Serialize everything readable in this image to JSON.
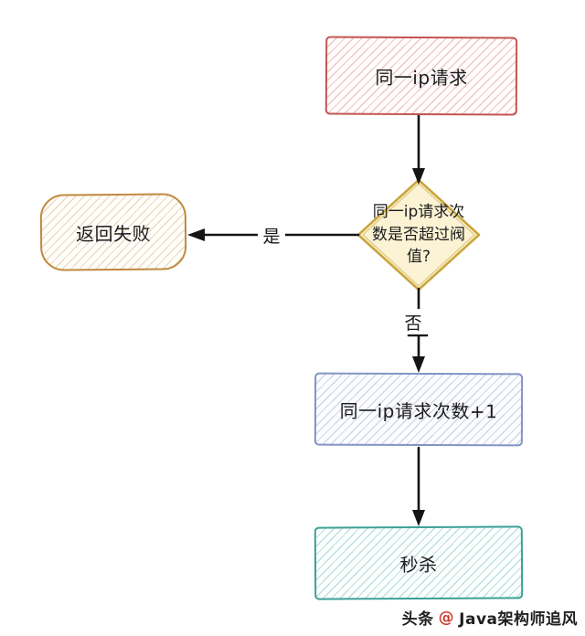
{
  "diagram": {
    "nodes": {
      "start": {
        "label": "同一ip请求",
        "shape": "rectangle",
        "border_color": "#c4554f"
      },
      "decision": {
        "label": "同一ip请求次数是否超过阀值?",
        "shape": "diamond",
        "border_color": "#c9a53b",
        "fill_color": "#fbf3d3"
      },
      "return_fail": {
        "label": "返回失败",
        "shape": "rounded-rectangle",
        "border_color": "#bf8a3e"
      },
      "increment": {
        "label": "同一ip请求次数+1",
        "shape": "rectangle",
        "border_color": "#8294c5"
      },
      "seckill": {
        "label": "秒杀",
        "shape": "rectangle",
        "border_color": "#3da095"
      }
    },
    "edges": [
      {
        "from": "start",
        "to": "decision",
        "label": ""
      },
      {
        "from": "decision",
        "to": "return_fail",
        "label": "是"
      },
      {
        "from": "decision",
        "to": "increment",
        "label": "否"
      },
      {
        "from": "increment",
        "to": "seckill",
        "label": ""
      }
    ],
    "arrow_color": "#151515"
  },
  "watermark": {
    "prefix": "头条",
    "separator": "@",
    "author": "Java架构师追风"
  }
}
